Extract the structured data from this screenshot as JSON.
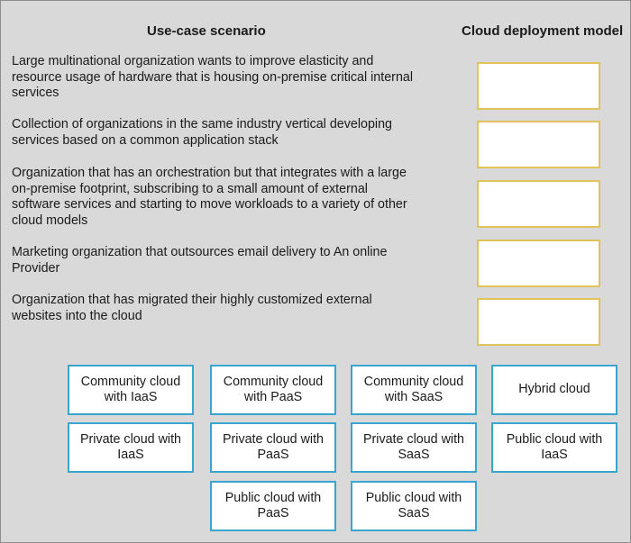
{
  "headers": {
    "scenario": "Use-case scenario",
    "model": "Cloud deployment model"
  },
  "scenarios": [
    "Large multinational organization wants to improve elasticity and resource usage of hardware that is housing on-premise critical internal services",
    "Collection of organizations in the same industry vertical developing services based on a common application stack",
    "Organization that has an orchestration but that integrates with a large on-premise footprint, subscribing to a small amount of external software services and starting to move workloads to a variety of other cloud models",
    "Marketing organization that outsources email delivery to An online Provider",
    "Organization that has migrated their highly customized external websites into the cloud"
  ],
  "options": [
    "Community cloud with IaaS",
    "Community cloud with PaaS",
    "Community cloud with SaaS",
    "Hybrid cloud",
    "Private cloud with IaaS",
    "Private cloud with PaaS",
    "Private cloud with SaaS",
    "Public cloud with IaaS",
    "Public cloud with PaaS",
    "Public cloud with SaaS"
  ],
  "colors": {
    "background": "#d9d9d9",
    "dropzone_border": "#e0c35a",
    "option_border": "#3aa6cf"
  }
}
